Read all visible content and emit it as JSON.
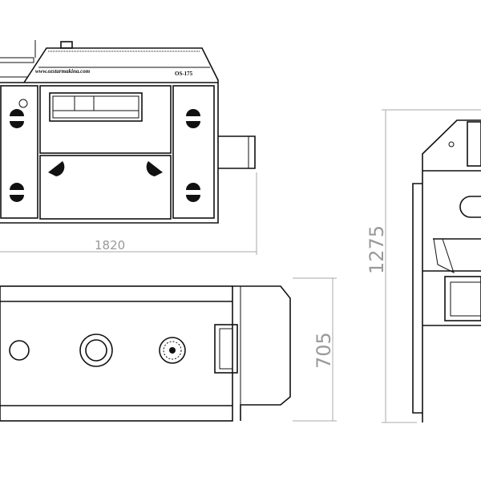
{
  "front_view": {
    "brand_url": "www.ozstarmakina.com",
    "model": "OS-175",
    "width_dimension": "1820"
  },
  "top_view": {
    "depth_dimension": "705"
  },
  "side_view": {
    "height_dimension": "1275"
  }
}
